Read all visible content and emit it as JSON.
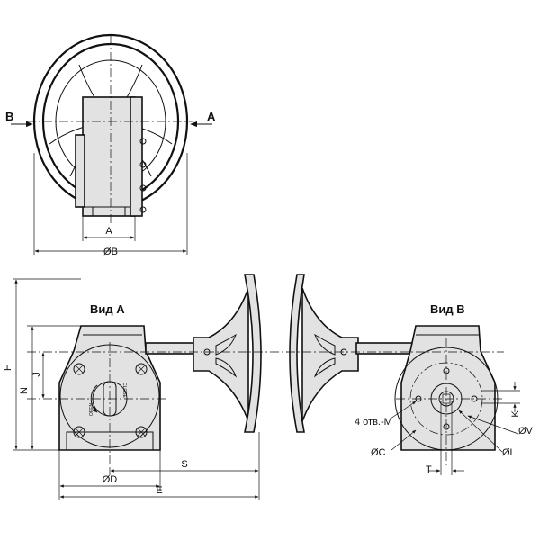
{
  "dimensions": {
    "a": "A",
    "b": "ØB",
    "c": "ØC",
    "d": "ØD",
    "e": "E",
    "h": "H",
    "j": "J",
    "k": "K",
    "l": "ØL",
    "m": "4 отв.-M",
    "n": "N",
    "s": "S",
    "t": "T",
    "v": "ØV"
  },
  "views": {
    "view_a": "Вид А",
    "view_b": "Вид В",
    "arrow_b": "В",
    "arrow_a": "А"
  },
  "indicator": {
    "open": "OPEN",
    "close": "CLOSE"
  },
  "colors": {
    "line": "#111111",
    "shade": "#e2e2e2",
    "background": "#ffffff"
  }
}
